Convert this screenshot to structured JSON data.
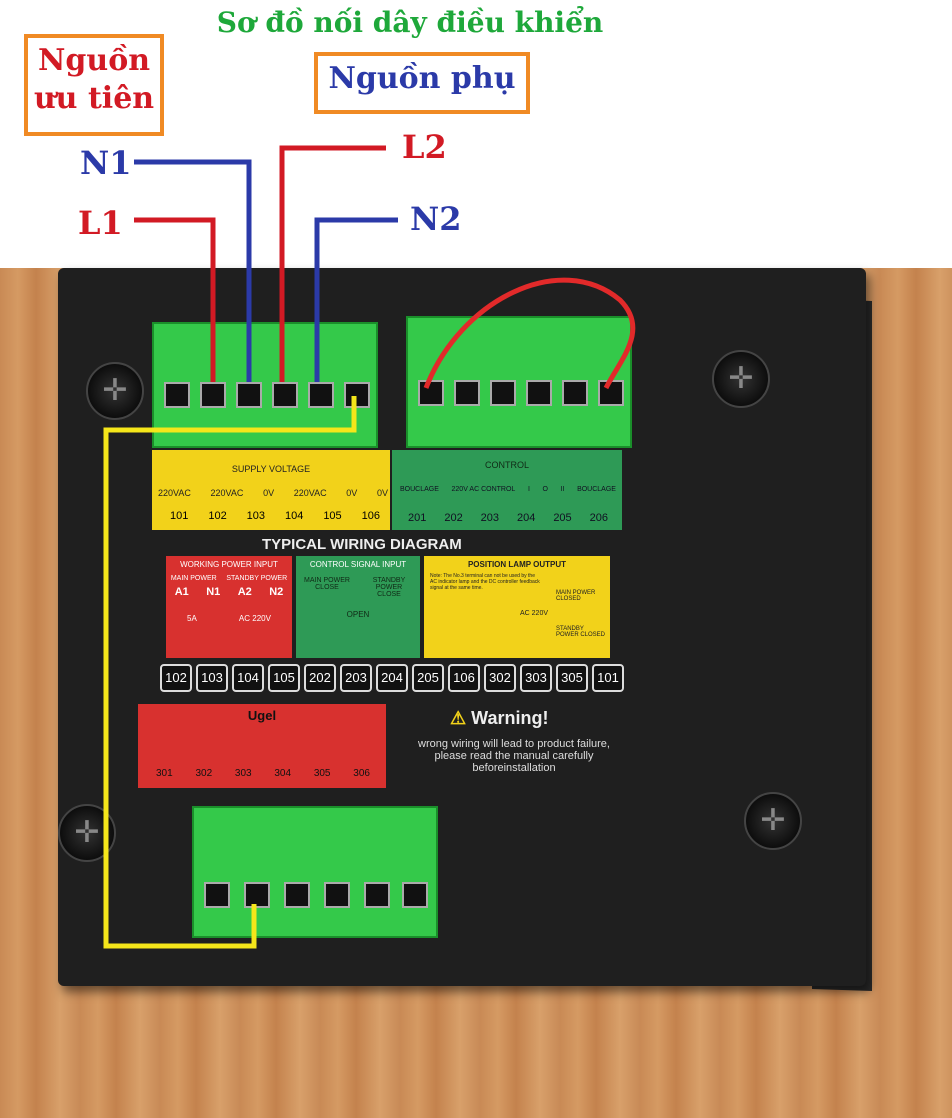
{
  "header": {
    "title": "Sơ đồ nối dây điều khiển",
    "primary_source": "Nguồn\nưu tiên",
    "secondary_source": "Nguồn phụ"
  },
  "wires": {
    "n1": "N1",
    "l1": "L1",
    "l2": "L2",
    "n2": "N2"
  },
  "supply": {
    "title": "SUPPLY  VOLTAGE",
    "labels": [
      "220VAC",
      "220VAC",
      "0V",
      "220VAC",
      "0V",
      "0V"
    ],
    "terminals": [
      "101",
      "102",
      "103",
      "104",
      "105",
      "106"
    ]
  },
  "control": {
    "title": "CONTROL",
    "labels": [
      "BOUCLAGE",
      "220V AC CONTROL",
      "I",
      "O",
      "II",
      "BOUCLAGE"
    ],
    "terminals": [
      "201",
      "202",
      "203",
      "204",
      "205",
      "206"
    ]
  },
  "diagram": {
    "title": "TYPICAL WIRING DIAGRAM",
    "working_power": "WORKING POWER INPUT",
    "control_signal": "CONTROL SIGNAL INPUT",
    "position_lamp": "POSITION LAMP OUTPUT",
    "main_power": "MAIN POWER",
    "standby_power": "STANDBY POWER",
    "a1": "A1",
    "n1": "N1",
    "a2": "A2",
    "n2": "N2",
    "fuse": "5A",
    "ac": "AC 220V",
    "main_power_close": "MAIN POWER CLOSE",
    "standby_power_close": "STANDBY POWER CLOSE",
    "open": "OPEN",
    "note": "Note: The No.3 terminal can not be used by the AC indicator lamp and the DC controller feedback signal at the same time.",
    "lamp_main": "MAIN POWER CLOSED",
    "lamp_standby": "STANDBY POWER CLOSED",
    "lamp_ac": "AC 220V",
    "terminals": [
      "102",
      "103",
      "104",
      "105",
      "202",
      "203",
      "204",
      "205",
      "106",
      "302",
      "303",
      "305",
      "101"
    ]
  },
  "ugel": {
    "title": "Ugel",
    "terminals": [
      "301",
      "302",
      "303",
      "304",
      "305",
      "306"
    ]
  },
  "warning": {
    "title": "Warning!",
    "body": "wrong wiring will lead to product failure, please read the manual carefully beforeinstallation"
  },
  "colors": {
    "title_green": "#1ea83a",
    "label_red": "#d21a24",
    "label_blue": "#2b3aa8",
    "box_orange": "#f08a24",
    "wire_yellow": "#f5e61a",
    "terminal_green": "#34c94a"
  }
}
